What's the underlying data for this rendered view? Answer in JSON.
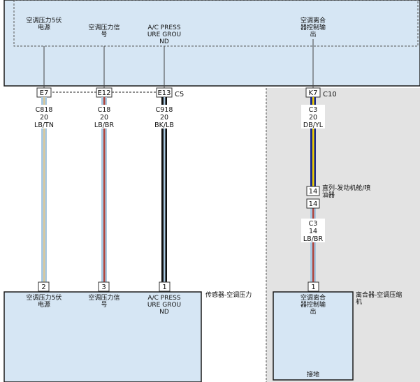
{
  "top_module": {
    "pins": [
      {
        "label_l1": "空调压力5伏",
        "label_l2": "电源",
        "connector_pin": "E7"
      },
      {
        "label_l1": "空调压力信",
        "label_l2": "号",
        "connector_pin": "E12"
      },
      {
        "label_l1": "A/C PRESS",
        "label_l2": "URE GROU",
        "label_l3": "ND",
        "connector_pin": "E13"
      },
      {
        "label_l1": "空调离合",
        "label_l2": "器控制输",
        "label_l3": "出",
        "connector_pin": "K7"
      }
    ],
    "connector_c5": "C5",
    "connector_c10": "C10"
  },
  "wires": [
    {
      "circuit": "C818",
      "gauge": "20",
      "color": "LB/TN",
      "stripe": [
        "#a9c8e0",
        "#d9c89a"
      ]
    },
    {
      "circuit": "C18",
      "gauge": "20",
      "color": "LB/BR",
      "stripe": [
        "#a9c8e0",
        "#b0443c"
      ]
    },
    {
      "circuit": "C918",
      "gauge": "20",
      "color": "BK/LB",
      "stripe": [
        "#111111",
        "#a9c8e0"
      ]
    },
    {
      "circuit": "C3",
      "gauge": "20",
      "color": "DB/YL",
      "stripe": [
        "#1c2a8a",
        "#f2d200"
      ]
    },
    {
      "circuit": "C3",
      "gauge": "14",
      "color": "LB/BR",
      "stripe": [
        "#a9c8e0",
        "#b0443c"
      ]
    }
  ],
  "inline_connector": {
    "pin_top": "14",
    "pin_bottom": "14",
    "label_l1": "直列-发动机舱/喷",
    "label_l2": "油器"
  },
  "sensor": {
    "title": "传感器-空调压力",
    "pins": [
      {
        "pin": "2",
        "label_l1": "空调压力5伏",
        "label_l2": "电源"
      },
      {
        "pin": "3",
        "label_l1": "空调压力信",
        "label_l2": "号"
      },
      {
        "pin": "1",
        "label_l1": "A/C PRESS",
        "label_l2": "URE GROU",
        "label_l3": "ND"
      }
    ]
  },
  "clutch": {
    "title_l1": "离合器-空调压缩",
    "title_l2": "机",
    "pin": "1",
    "label_l1": "空调离合",
    "label_l2": "器控制输",
    "label_l3": "出",
    "ground_label": "接地"
  },
  "colors": {
    "module_fill": "#d6e6f4",
    "shade_fill": "#e3e3e3",
    "outline": "#1a1a1a"
  }
}
